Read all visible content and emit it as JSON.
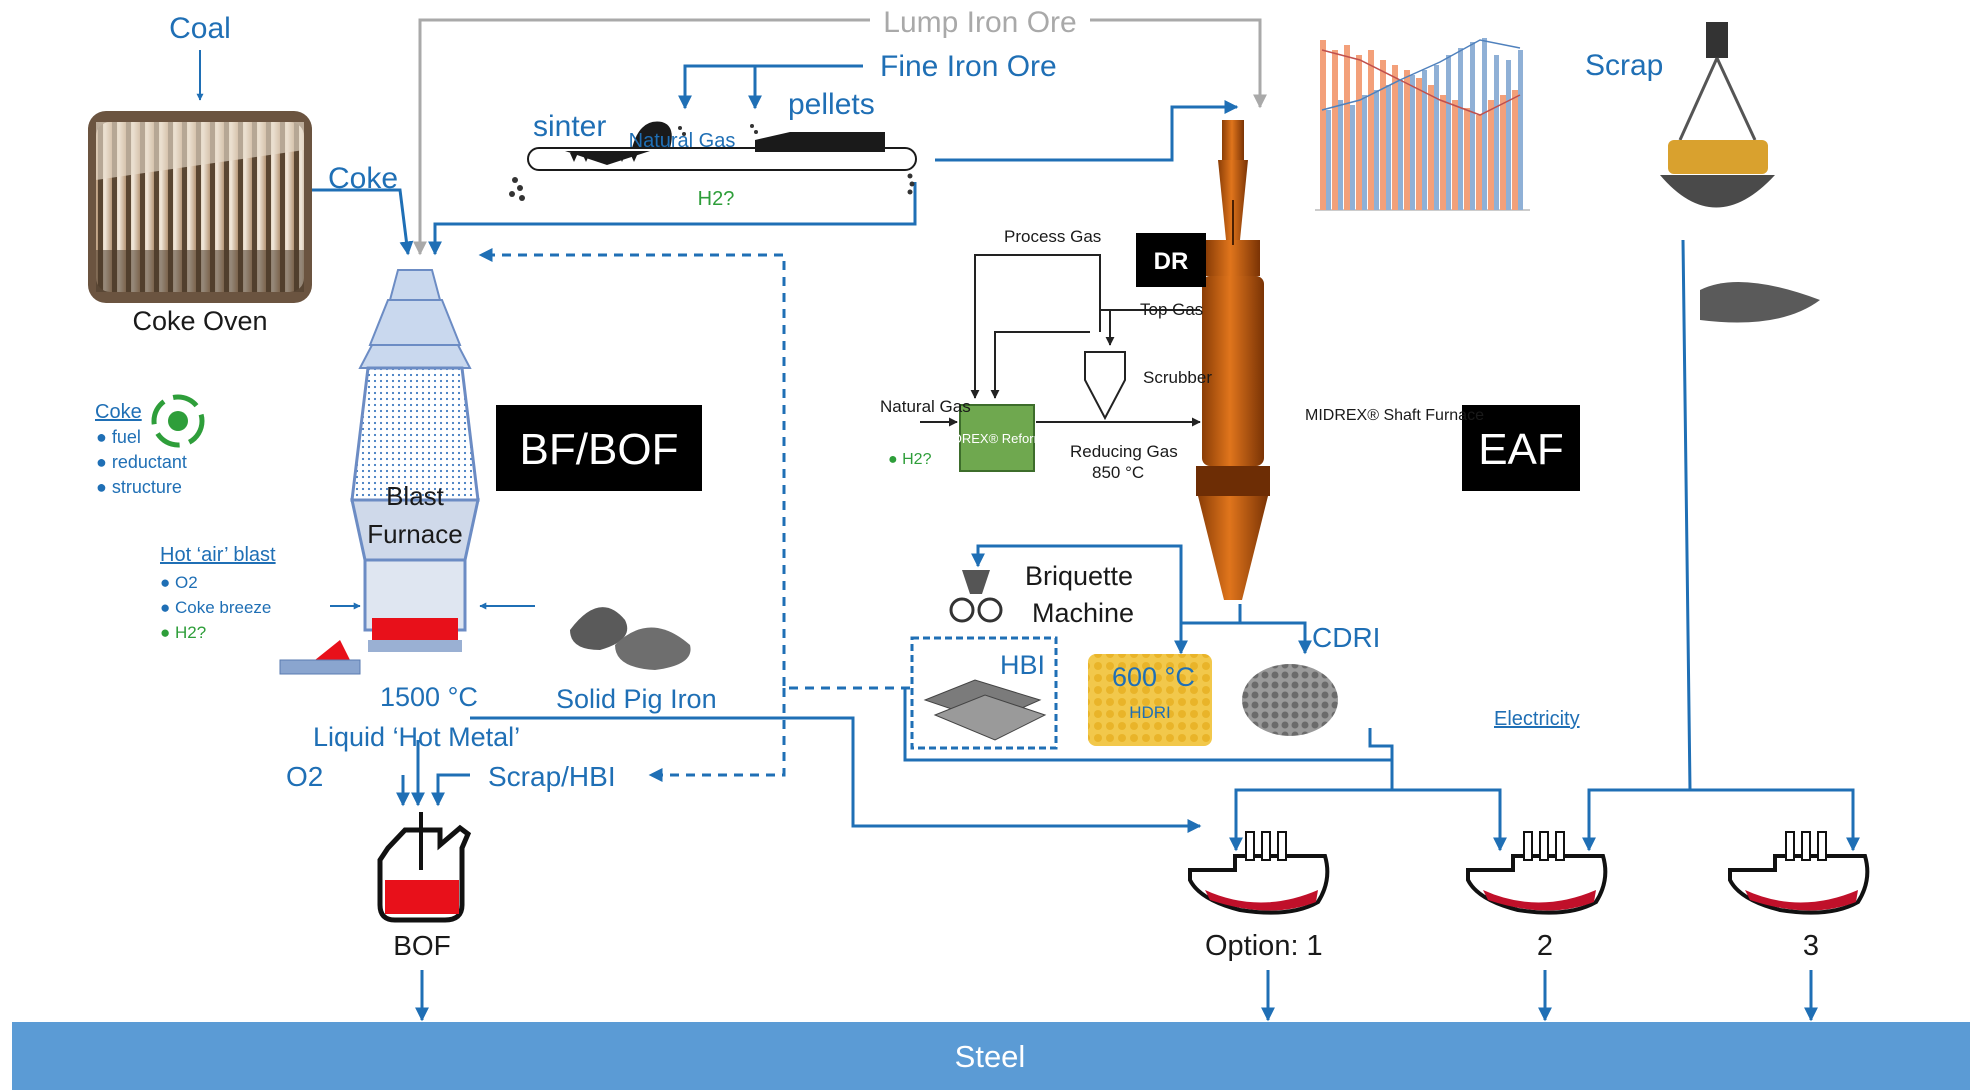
{
  "colors": {
    "flow": "#1f6fb5",
    "lump_ore": "#a9a9a9",
    "hydrogen": "#2e9e3a",
    "steel_bar": "#5b9bd5",
    "route_label_bg": "#000000",
    "molten": "#e8101a"
  },
  "inputs": {
    "coal": "Coal",
    "coke": "Coke",
    "lump_iron_ore": "Lump Iron Ore",
    "fine_iron_ore": "Fine Iron Ore",
    "sinter": "sinter",
    "pellets": "pellets",
    "natural_gas": "Natural Gas",
    "h2_q": "H2?",
    "scrap": "Scrap"
  },
  "coke_oven": {
    "label": "Coke Oven"
  },
  "coke_roles": {
    "title": "Coke",
    "items": [
      "fuel",
      "reductant",
      "structure"
    ]
  },
  "hot_blast": {
    "title": "Hot ‘air’ blast",
    "items": [
      "O2",
      "Coke breeze",
      "H2?"
    ]
  },
  "blast_furnace": {
    "line1": "Blast",
    "line2": "Furnace",
    "temperature": "1500 °C",
    "product": "Liquid ‘Hot Metal’"
  },
  "routes": {
    "bf_bof": "BF/BOF",
    "eaf": "EAF",
    "dr": "DR"
  },
  "bof": {
    "label": "BOF",
    "o2": "O2",
    "scrap_hbi": "Scrap/HBI"
  },
  "solid_pig_iron": "Solid Pig Iron",
  "midrex": {
    "process_gas": "Process Gas",
    "top_gas": "Top Gas",
    "scrubber": "Scrubber",
    "natural_gas": "Natural Gas",
    "h2": "H2?",
    "reformer": "MIDREX® Reformer",
    "reducing_gas": "Reducing Gas",
    "reducing_temp": "850 °C",
    "shaft": "MIDREX® Shaft Furnace"
  },
  "briquette": {
    "line1": "Briquette",
    "line2": "Machine"
  },
  "products": {
    "hbi": "HBI",
    "hdri_temp": "600 °C",
    "hdri": "HDRI",
    "cdri": "CDRI"
  },
  "electricity": "Electricity",
  "eaf_options": {
    "option1": "Option: 1",
    "option2": "2",
    "option3": "3"
  },
  "steel": "Steel"
}
